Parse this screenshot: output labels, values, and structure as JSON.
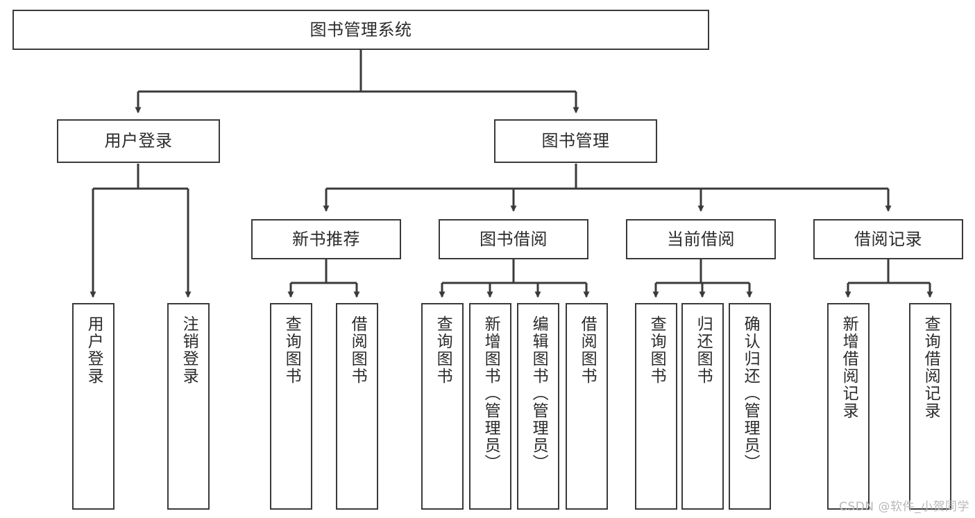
{
  "diagram": {
    "type": "tree",
    "title": "图书管理系统",
    "style": {
      "background": "#ffffff",
      "box_border": "#3a3a3a",
      "box_fill": "#ffffff",
      "text_color": "#2b2b2b",
      "edge_color": "#3a3a3a",
      "watermark_color": "#b8b8b8"
    },
    "watermark": "CSDN @软件_小贺同学",
    "nodes": {
      "root": {
        "label": "图书管理系统",
        "orientation": "horizontal"
      },
      "level2": [
        {
          "id": "user-login",
          "label": "用户登录",
          "orientation": "horizontal"
        },
        {
          "id": "book-manage",
          "label": "图书管理",
          "orientation": "horizontal"
        }
      ],
      "level3": [
        {
          "id": "new-book-recommend",
          "label": "新书推荐",
          "orientation": "horizontal"
        },
        {
          "id": "book-borrow",
          "label": "图书借阅",
          "orientation": "horizontal"
        },
        {
          "id": "current-borrow",
          "label": "当前借阅",
          "orientation": "horizontal"
        },
        {
          "id": "borrow-record",
          "label": "借阅记录",
          "orientation": "horizontal"
        }
      ],
      "leaves": [
        {
          "id": "leaf-user-login",
          "label": "用户登录",
          "parent": "user-login",
          "orientation": "vertical"
        },
        {
          "id": "leaf-user-logout",
          "label": "注销登录",
          "parent": "user-login",
          "orientation": "vertical"
        },
        {
          "id": "leaf-query-book-1",
          "label": "查询图书",
          "parent": "new-book-recommend",
          "orientation": "vertical"
        },
        {
          "id": "leaf-borrow-book-1",
          "label": "借阅图书",
          "parent": "new-book-recommend",
          "orientation": "vertical"
        },
        {
          "id": "leaf-query-book-2",
          "label": "查询图书",
          "parent": "book-borrow",
          "orientation": "vertical"
        },
        {
          "id": "leaf-add-book",
          "label": "新增图书（管理员）",
          "parent": "book-borrow",
          "orientation": "vertical"
        },
        {
          "id": "leaf-edit-book",
          "label": "编辑图书（管理员）",
          "parent": "book-borrow",
          "orientation": "vertical"
        },
        {
          "id": "leaf-borrow-book-2",
          "label": "借阅图书",
          "parent": "book-borrow",
          "orientation": "vertical"
        },
        {
          "id": "leaf-query-book-3",
          "label": "查询图书",
          "parent": "current-borrow",
          "orientation": "vertical"
        },
        {
          "id": "leaf-return-book",
          "label": "归还图书",
          "parent": "current-borrow",
          "orientation": "vertical"
        },
        {
          "id": "leaf-confirm-return",
          "label": "确认归还（管理员）",
          "parent": "current-borrow",
          "orientation": "vertical"
        },
        {
          "id": "leaf-add-record",
          "label": "新增借阅记录",
          "parent": "borrow-record",
          "orientation": "vertical"
        },
        {
          "id": "leaf-query-record",
          "label": "查询借阅记录",
          "parent": "borrow-record",
          "orientation": "vertical"
        }
      ]
    }
  }
}
